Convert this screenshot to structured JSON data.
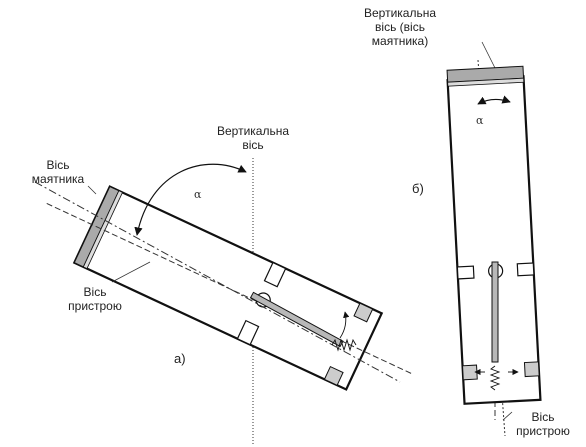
{
  "panel_a": {
    "vertical_axis_line1": "Вертикальна",
    "vertical_axis_line2": "вісь",
    "pendulum_axis_line1": "Вісь",
    "pendulum_axis_line2": "маятника",
    "device_axis_line1": "Вісь",
    "device_axis_line2": "пристрою",
    "angle_symbol": "α",
    "panel_label": "а)"
  },
  "panel_b": {
    "vertical_axis_line1": "Вертикальна",
    "vertical_axis_line2": "вісь (вісь",
    "vertical_axis_line3": "маятника)",
    "device_axis_line1": "Вісь",
    "device_axis_line2": "пристрою",
    "angle_symbol": "α",
    "panel_label": "б)"
  },
  "colors": {
    "outline": "#111111",
    "end_cap": "#aaaaaa",
    "rod": "#b8b8b8",
    "guide_line": "#333333"
  }
}
